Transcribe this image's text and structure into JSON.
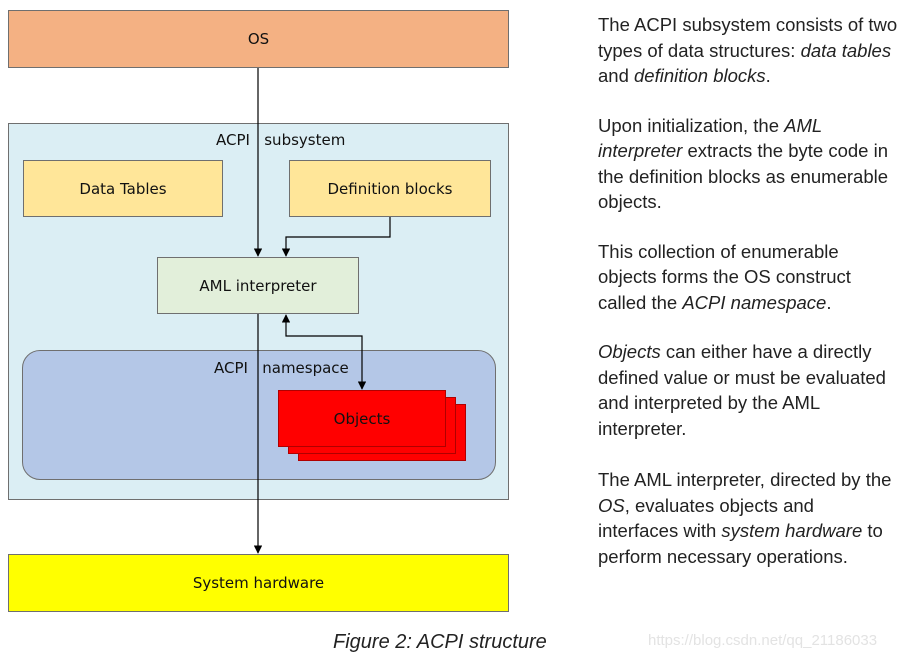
{
  "colors": {
    "os": "#f4b183",
    "acpi_subsystem": "#dbeef4",
    "yellow_box": "#ffe699",
    "aml_interpreter": "#e2efda",
    "namespace": "#b4c7e7",
    "objects": "#ff0000",
    "system_hardware": "#ffff00",
    "line": "#000000"
  },
  "diagram": {
    "os_label": "OS",
    "acpi_subsystem_label": "ACPI   subsystem",
    "data_tables_label": "Data Tables",
    "definition_blocks_label": "Definition blocks",
    "aml_interpreter_label": "AML interpreter",
    "acpi_namespace_label": "ACPI   namespace",
    "objects_label": "Objects",
    "system_hardware_label": "System hardware"
  },
  "description": {
    "p1": {
      "a": "The ACPI subsystem consists of two types of data structures: ",
      "b": "data tables",
      "c": " and ",
      "d": "definition blocks",
      "e": "."
    },
    "p2": {
      "a": "Upon initialization, the ",
      "b": "AML interpreter",
      "c": " extracts the byte code in the definition blocks as enumerable objects."
    },
    "p3": {
      "a": "This collection of enumerable objects forms the OS construct called the ",
      "b": "ACPI namespace",
      "c": "."
    },
    "p4": {
      "a": "Objects",
      "b": " can either have a directly defined value or must be evaluated and interpreted by the AML interpreter."
    },
    "p5": {
      "a": "The AML interpreter, directed by the ",
      "b": "OS",
      "c": ", evaluates objects and interfaces with ",
      "d": "system hardware",
      "e": " to perform necessary operations."
    }
  },
  "caption": "Figure 2: ACPI structure",
  "watermark": "https://blog.csdn.net/qq_21186033"
}
